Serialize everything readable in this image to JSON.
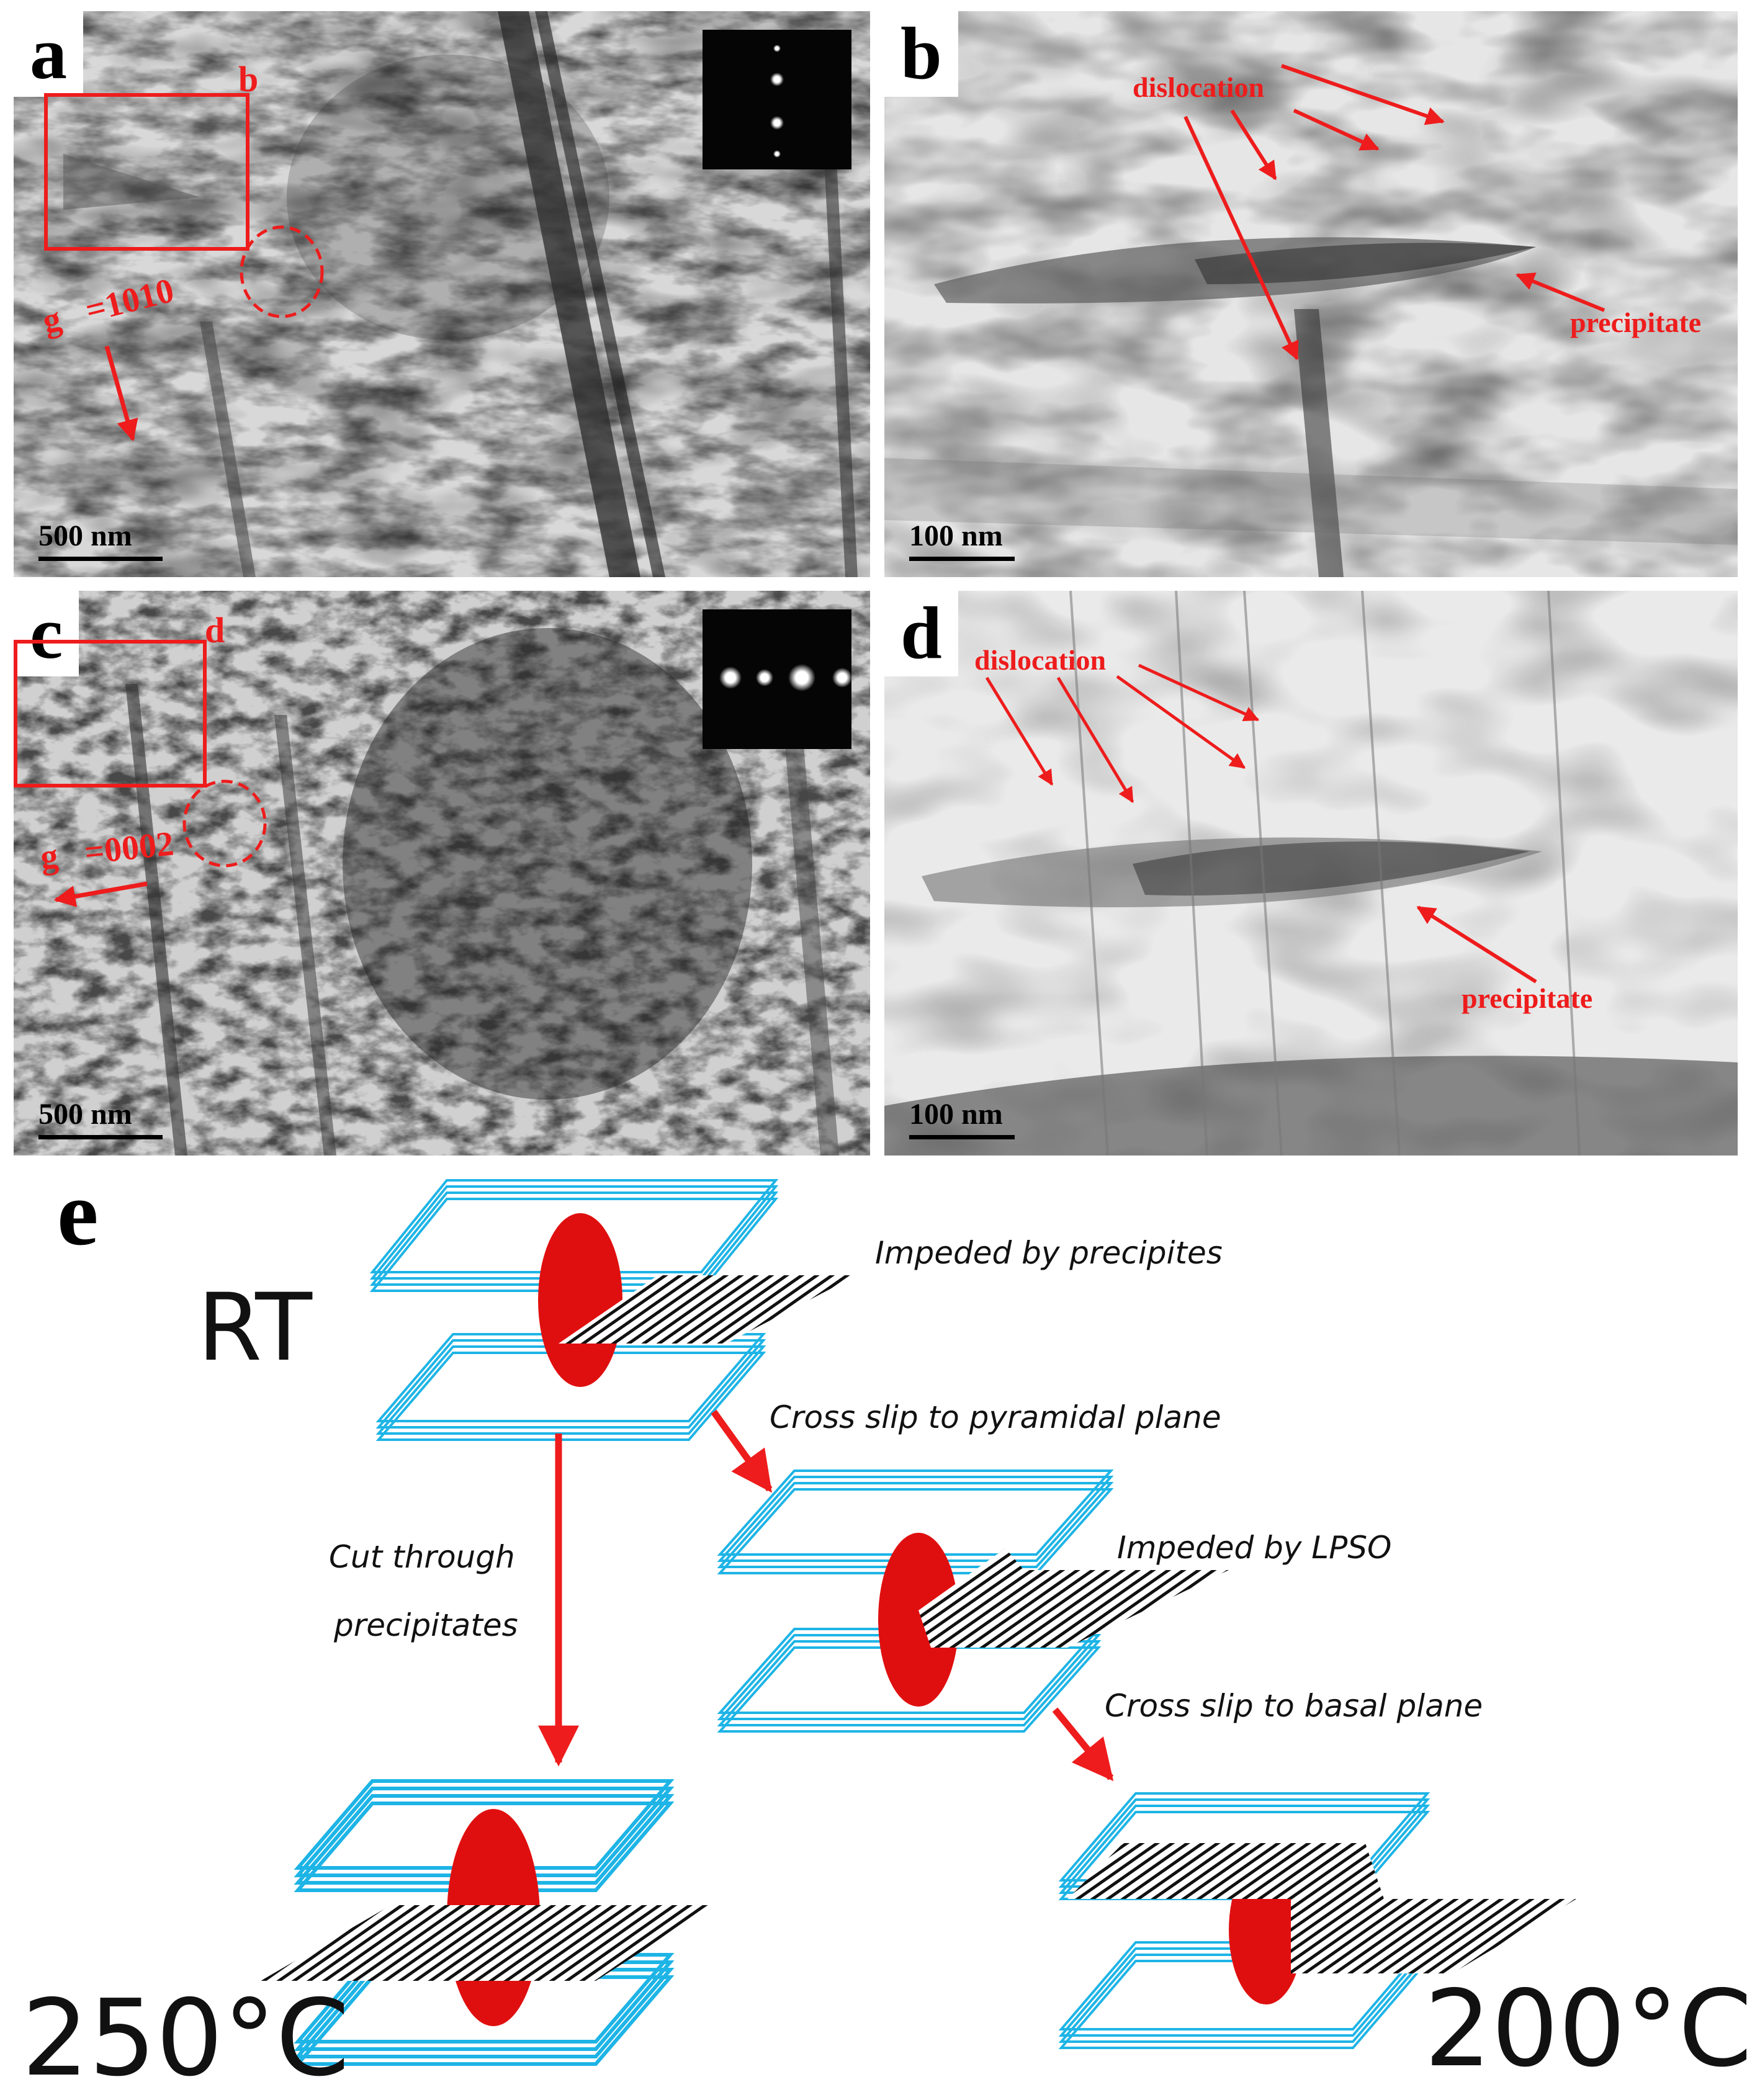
{
  "panels": {
    "a": {
      "label": "a",
      "box_label": "b",
      "g_vector": "g⃗=1010",
      "scale": "500 nm"
    },
    "b": {
      "label": "b",
      "dislocation": "dislocation",
      "precipitate": "precipitate",
      "scale": "100 nm"
    },
    "c": {
      "label": "c",
      "box_label": "d",
      "g_vector": "g⃗=0002",
      "scale": "500 nm"
    },
    "d": {
      "label": "d",
      "dislocation": "dislocation",
      "precipitate": "precipitate",
      "scale": "100 nm"
    }
  },
  "schematic": {
    "label": "e",
    "rt": "RT",
    "t250": "250°C",
    "t200": "200°C",
    "impeded_precipitates": "Impeded by precipites",
    "cross_pyramidal": "Cross slip to pyramidal plane",
    "impeded_lpso": "Impeded by LPSO",
    "cross_basal": "Cross slip to basal plane",
    "cut_line1": "Cut through",
    "cut_line2": "precipitates"
  },
  "colors": {
    "annotation_red": "#ee1c1c",
    "plane_blue": "#1eb4e6",
    "precipitate_red": "#e00f0f"
  }
}
